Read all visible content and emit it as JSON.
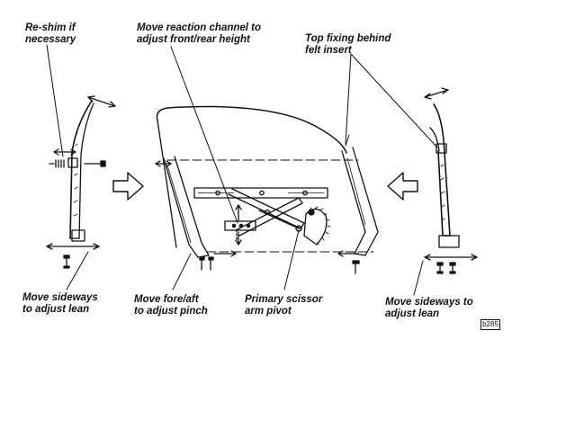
{
  "labels": {
    "reshim": [
      "Re-shim if",
      "necessary"
    ],
    "reaction_channel": [
      "Move reaction channel to",
      "adjust front/rear height"
    ],
    "top_fixing": [
      "Top fixing behind",
      "felt insert"
    ],
    "sideways_left": [
      "Move sideways",
      "to adjust lean"
    ],
    "fore_aft": [
      "Move fore/aft",
      "to adjust pinch"
    ],
    "scissor_pivot": [
      "Primary scissor",
      "arm pivot"
    ],
    "sideways_right": [
      "Move sideways to",
      "adjust lean"
    ]
  },
  "reference_code": "b285"
}
